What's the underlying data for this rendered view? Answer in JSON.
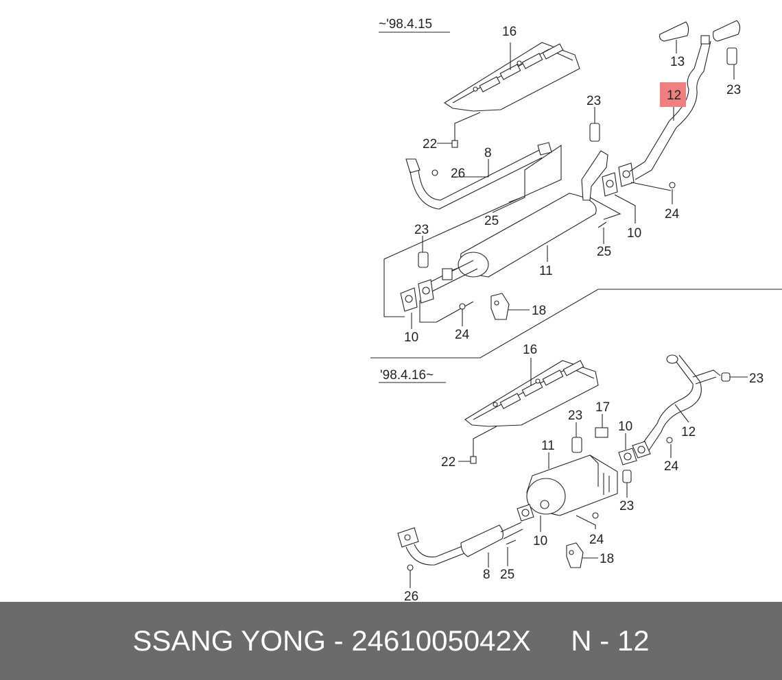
{
  "diagram": {
    "section_early_label": "~'98.4.15",
    "section_late_label": "'98.4.16~",
    "early_callouts": [
      "16",
      "22",
      "8",
      "26",
      "25",
      "23",
      "11",
      "10",
      "24",
      "18",
      "23",
      "25",
      "10",
      "12",
      "13",
      "23",
      "24"
    ],
    "late_callouts": [
      "16",
      "22",
      "17",
      "23",
      "10",
      "11",
      "12",
      "23",
      "24",
      "23",
      "10",
      "24",
      "8",
      "25",
      "18",
      "26"
    ],
    "highlighted_part": "12",
    "highlight_color": "#f08080"
  },
  "footer": {
    "text": "SSANG YONG - 2461005042X     N - 12"
  }
}
